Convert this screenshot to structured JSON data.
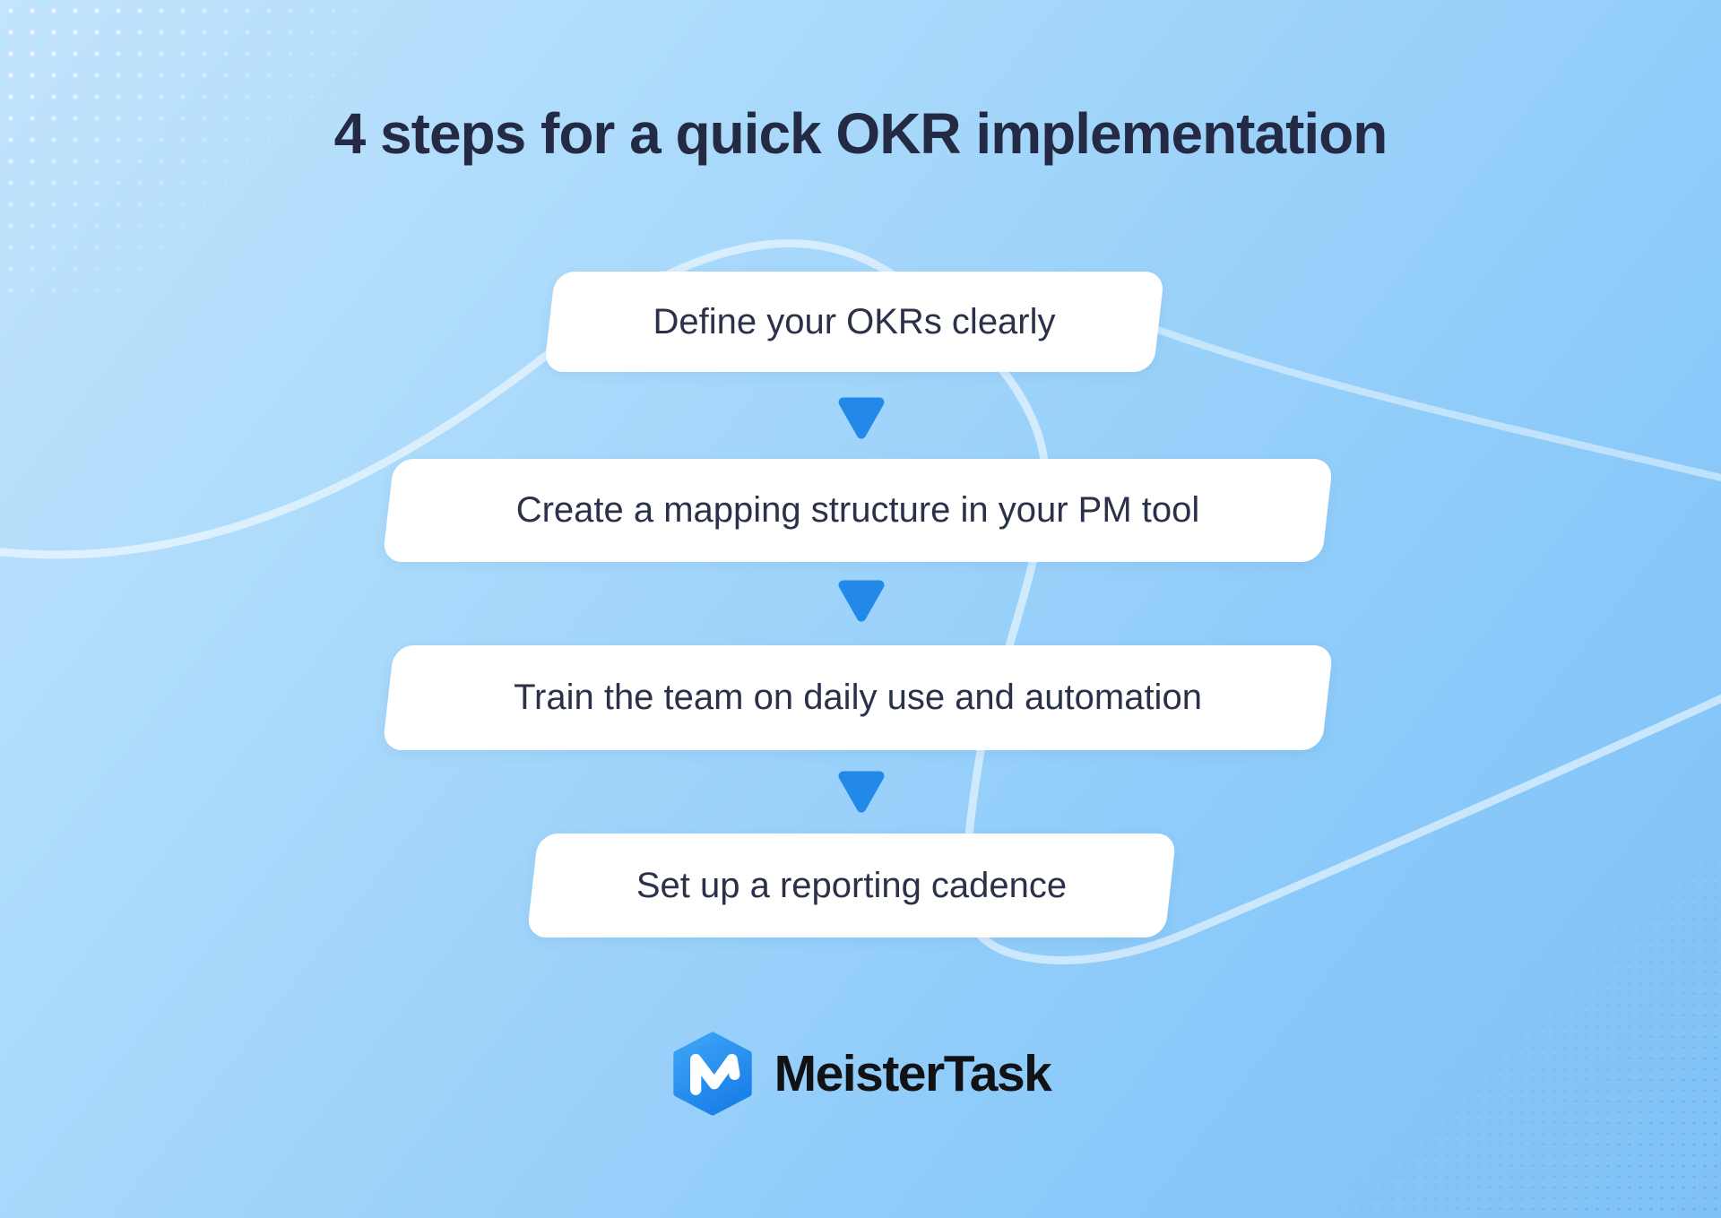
{
  "title": "4 steps for a quick OKR implementation",
  "steps": [
    {
      "label": "Define your OKRs clearly"
    },
    {
      "label": "Create a mapping structure in your PM tool"
    },
    {
      "label": "Train the team on daily use and automation"
    },
    {
      "label": "Set up a reporting cadence"
    }
  ],
  "brand": {
    "name": "MeisterTask",
    "logo_icon": "meistertask-hexagon-check-icon"
  },
  "icons": {
    "step_connector": "down-triangle-arrow-icon"
  },
  "colors": {
    "background_light": "#C2E4FD",
    "background_deep": "#7FC2F8",
    "box_fill": "#FFFFFF",
    "arrow_blue": "#2289E8",
    "title_text": "#242A43",
    "step_text": "#2B3149",
    "brand_text": "#101215",
    "logo_blue_light": "#3EA6F6",
    "logo_blue_deep": "#1B81EA",
    "decor_curve": "rgba(255,255,255,0.55)"
  }
}
